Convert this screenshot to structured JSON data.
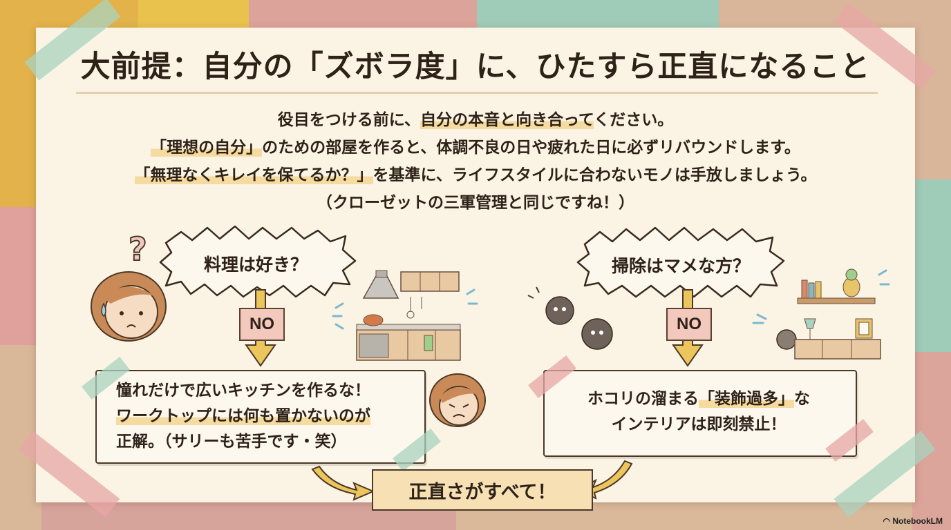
{
  "title": "大前提：自分の「ズボラ度」に、ひたすら正直になること",
  "intro": {
    "line1_pre": "役目をつける前に、",
    "line1_hl": "自分の本音と向き合って",
    "line1_post": "ください。",
    "line2_hl": "「理想の自分」",
    "line2_post": "のための部屋を作ると、体調不良の日や疲れた日に必ずリバウンドします。",
    "line3_hl": "「無理なくキレイを保てるか？」",
    "line3_post": "を基準に、ライフスタイルに合わないモノは手放しましょう。",
    "line4": "（クローゼットの三軍管理と同じですね！）"
  },
  "left": {
    "question": "料理は好き？",
    "answer": "NO",
    "card_line1": "憧れだけで広いキッチンを作るな！",
    "card_line2": "ワークトップには何も置かないのが",
    "card_line3": "正解。（サリーも苦手です・笑）"
  },
  "right": {
    "question": "掃除はマメな方？",
    "answer": "NO",
    "card_line1_pre": "ホコリの溜まる",
    "card_line1_hl": "「装飾過多」",
    "card_line1_post": "な",
    "card_line2": "インテリアは即刻禁止！"
  },
  "conclusion": "正直さがすべて！",
  "question_mark": "?",
  "brand": "NotebookLM",
  "colors": {
    "paper": "#fbf4e4",
    "ink": "#2e2218",
    "highlight": "#f5dba0",
    "no_box": "#f3c9bd",
    "arrow": "#ecc55c",
    "conclusion_bg": "#f7e1b4"
  }
}
